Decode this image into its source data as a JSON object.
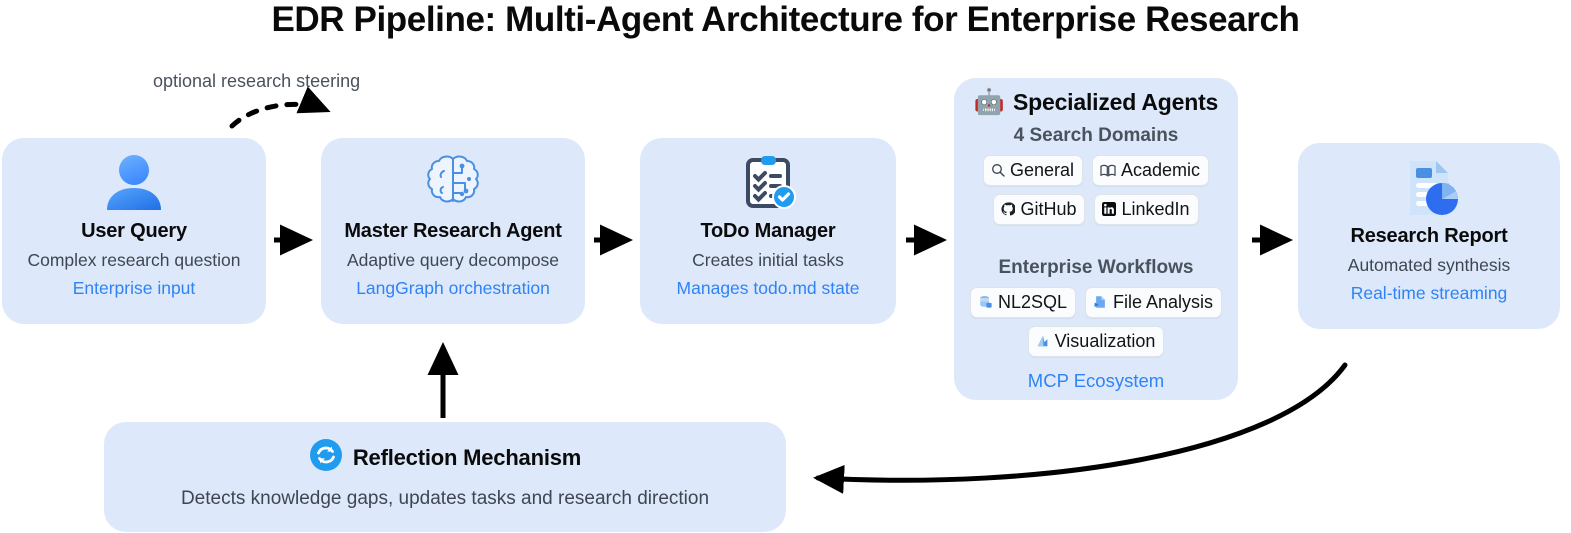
{
  "page": {
    "title": "EDR Pipeline: Multi-Agent Architecture for Enterprise Research",
    "background": "#ffffff",
    "node_fill": "#dde9fa",
    "accent_blue": "#2f83f5",
    "arrow_color": "#000000"
  },
  "annotation": {
    "steering_label": "optional research steering"
  },
  "nodes": [
    {
      "id": "user-query",
      "icon": "user-avatar-icon",
      "title": "User Query",
      "subtitle": "Complex research question",
      "tag": "Enterprise input"
    },
    {
      "id": "master-research-agent",
      "icon": "brain-circuit-icon",
      "title": "Master Research Agent",
      "subtitle": "Adaptive query decompose",
      "tag": "LangGraph orchestration"
    },
    {
      "id": "todo-manager",
      "icon": "clipboard-check-icon",
      "title": "ToDo Manager",
      "subtitle": "Creates initial tasks",
      "tag": "Manages todo.md state"
    },
    {
      "id": "research-report",
      "icon": "report-piechart-icon",
      "title": "Research Report",
      "subtitle": "Automated synthesis",
      "tag": "Real-time streaming"
    }
  ],
  "agents_panel": {
    "emoji": "robot-emoji",
    "heading": "Specialized Agents",
    "search_label": "4 Search Domains",
    "search_chips": [
      {
        "glyph": "search-icon",
        "label": "General"
      },
      {
        "glyph": "book-icon",
        "label": "Academic"
      },
      {
        "glyph": "github-icon",
        "label": "GitHub"
      },
      {
        "glyph": "linkedin-icon",
        "label": "LinkedIn"
      }
    ],
    "workflows_label": "Enterprise Workflows",
    "workflow_chips": [
      {
        "glyph": "database-icon",
        "label": "NL2SQL"
      },
      {
        "glyph": "file-icon",
        "label": "File Analysis"
      },
      {
        "glyph": "chart-icon",
        "label": "Visualization"
      }
    ],
    "footer": "MCP Ecosystem"
  },
  "reflection": {
    "icon": "refresh-cycle-icon",
    "title": "Reflection Mechanism",
    "subtitle": "Detects knowledge gaps, updates tasks and research direction"
  }
}
